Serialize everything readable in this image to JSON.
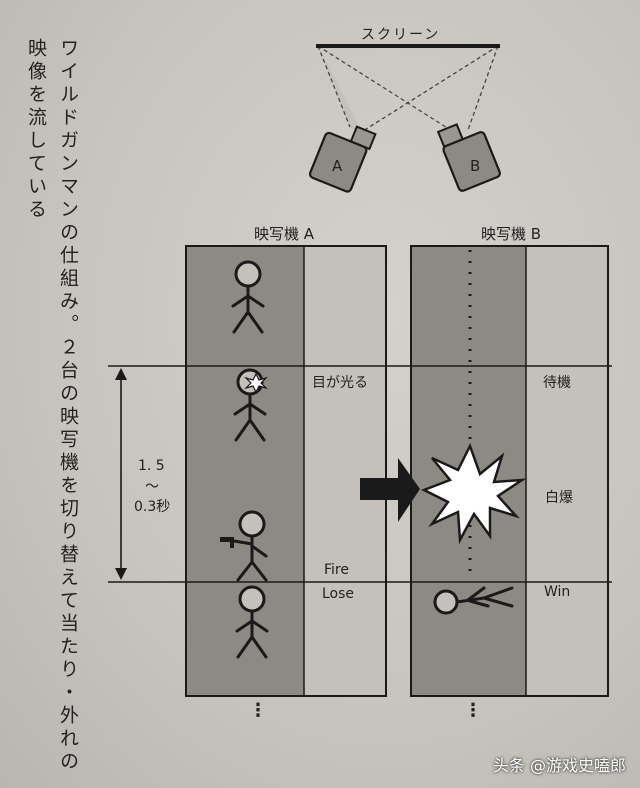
{
  "caption": {
    "col1": "ワイルドガンマンの仕組み。２台の映写機を切り替えて当たり・外れの",
    "col2": "映像を流している"
  },
  "diagram": {
    "screen_label": "スクリーン",
    "projector_a_letter": "A",
    "projector_b_letter": "B",
    "projector_a_title": "映写機 A",
    "projector_b_title": "映写機 B",
    "eyes_glow": "目が光る",
    "wait": "待機",
    "flash": "白爆",
    "fire": "Fire",
    "lose": "Lose",
    "win": "Win",
    "interval_line1": "1. 5",
    "interval_tilde": "〜",
    "interval_line2": "0.3秒",
    "dots": "⋮"
  },
  "watermark": "头条 @游戏史嗑郎",
  "colors": {
    "dark_band": "#8d8a86",
    "light_band": "#c4c1bc",
    "line": "#1a1a1a",
    "beam": "#b9b6b1"
  }
}
